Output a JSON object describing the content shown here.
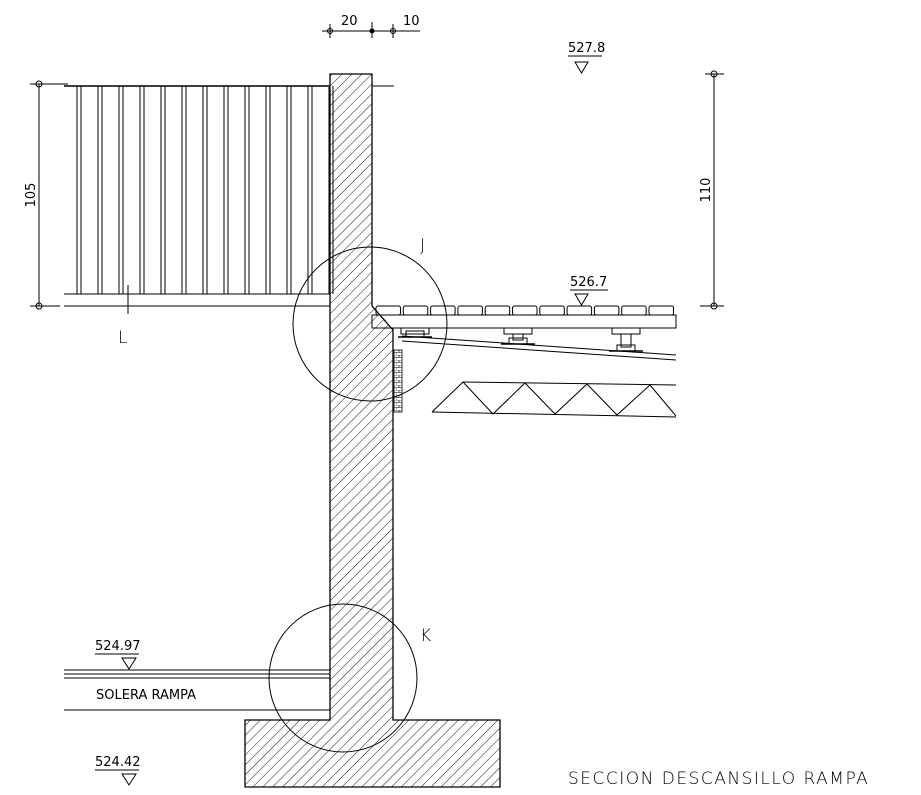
{
  "dimensions": {
    "wall_thickness": "20",
    "wall_offset": "10",
    "railing_height": "105",
    "deck_height": "110"
  },
  "levels": {
    "top": "527.8",
    "deck": "526.7",
    "slab": "524.97",
    "base": "524.42"
  },
  "detail_callouts": {
    "j": "J",
    "k": "K",
    "l": "L"
  },
  "labels": {
    "slab": "SOLERA RAMPA",
    "section_title": "SECCION DESCANSILLO RAMPA"
  }
}
